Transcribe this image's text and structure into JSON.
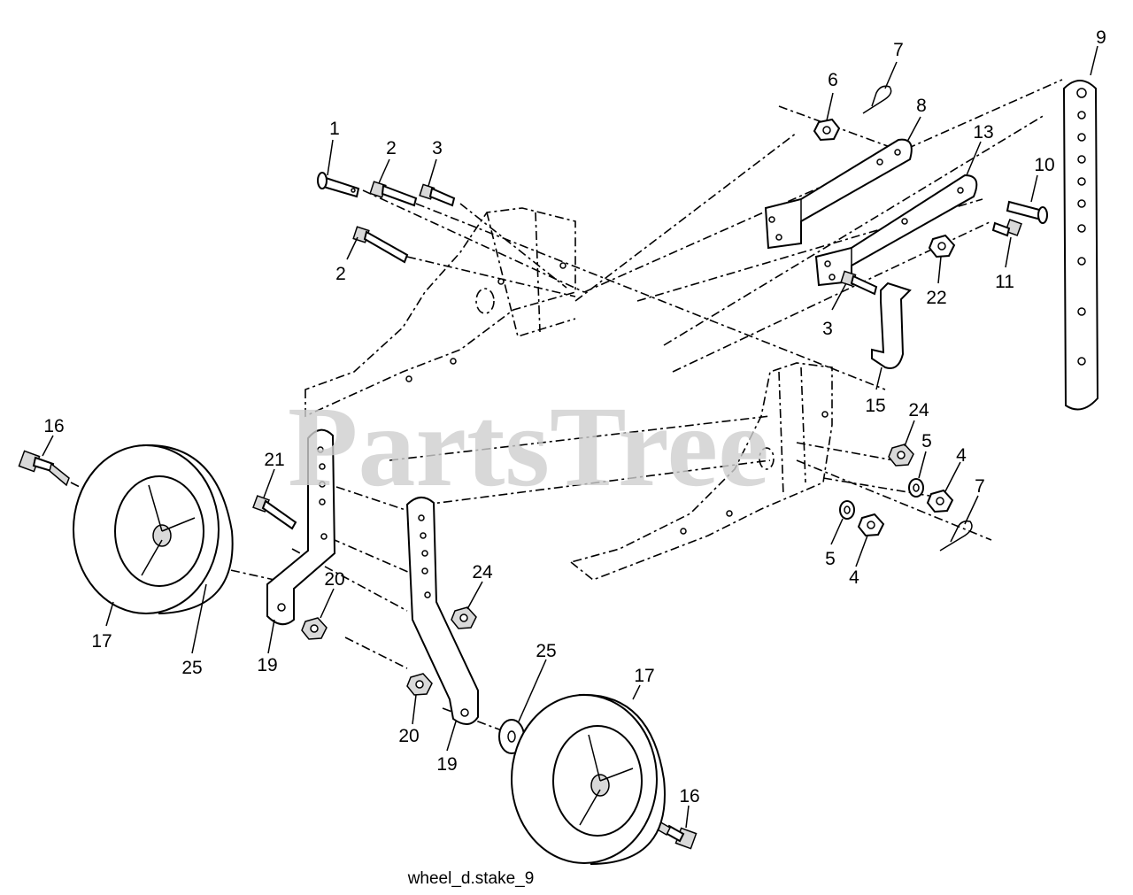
{
  "watermark": "PartsTree",
  "caption": "wheel_d.stake_9",
  "callouts": [
    {
      "id": "1"
    },
    {
      "id": "2"
    },
    {
      "id": "2"
    },
    {
      "id": "3"
    },
    {
      "id": "3"
    },
    {
      "id": "4"
    },
    {
      "id": "4"
    },
    {
      "id": "5"
    },
    {
      "id": "5"
    },
    {
      "id": "6"
    },
    {
      "id": "7"
    },
    {
      "id": "7"
    },
    {
      "id": "8"
    },
    {
      "id": "9"
    },
    {
      "id": "10"
    },
    {
      "id": "11"
    },
    {
      "id": "13"
    },
    {
      "id": "15"
    },
    {
      "id": "16"
    },
    {
      "id": "16"
    },
    {
      "id": "17"
    },
    {
      "id": "17"
    },
    {
      "id": "19"
    },
    {
      "id": "19"
    },
    {
      "id": "20"
    },
    {
      "id": "20"
    },
    {
      "id": "21"
    },
    {
      "id": "22"
    },
    {
      "id": "24"
    },
    {
      "id": "24"
    },
    {
      "id": "25"
    },
    {
      "id": "25"
    }
  ]
}
